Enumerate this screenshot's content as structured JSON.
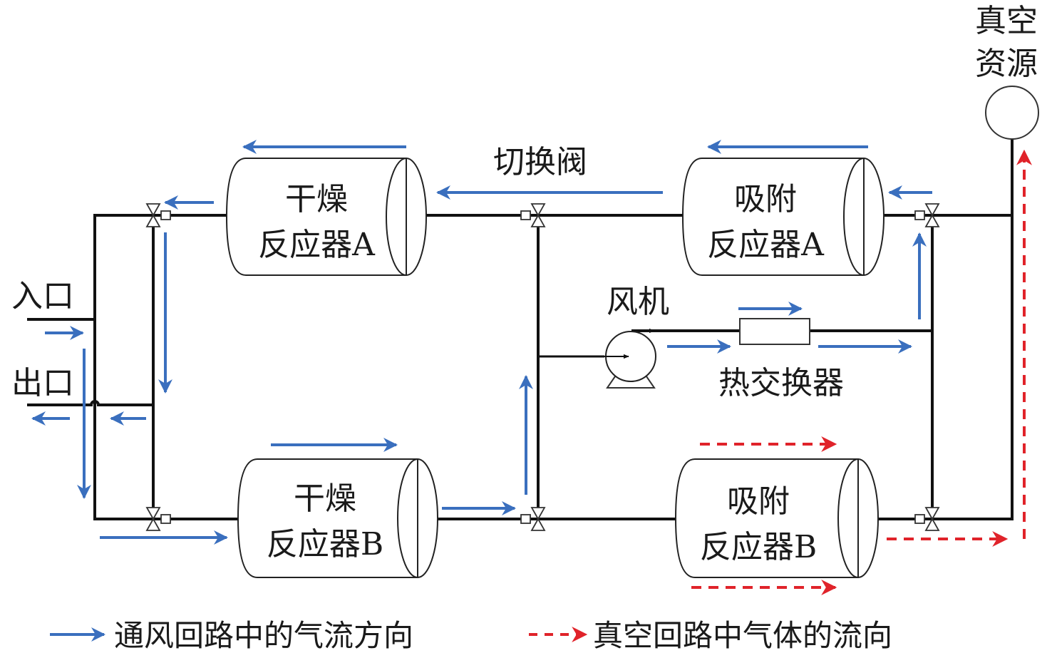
{
  "title": "吸附-干燥双回路切换系统示意图",
  "colors": {
    "ventilation_flow": "#3a6fbe",
    "vacuum_flow": "#e0232a",
    "pipe": "#111111"
  },
  "labels": {
    "vacuum_source_line1": "真空",
    "vacuum_source_line2": "资源",
    "switch_valve": "切换阀",
    "fan": "风机",
    "heat_exchanger": "热交换器",
    "inlet": "入口",
    "outlet": "出口"
  },
  "reactors": {
    "dry_a": {
      "line1": "干燥",
      "line2": "反应器A"
    },
    "dry_b": {
      "line1": "干燥",
      "line2": "反应器B"
    },
    "ads_a": {
      "line1": "吸附",
      "line2": "反应器A"
    },
    "ads_b": {
      "line1": "吸附",
      "line2": "反应器B"
    }
  },
  "legend": [
    {
      "style": "solid-arrow",
      "color": "#3a6fbe",
      "label": "通风回路中的气流方向"
    },
    {
      "style": "dashed-arrow",
      "color": "#e0232a",
      "label": "真空回路中气体的流向"
    }
  ]
}
